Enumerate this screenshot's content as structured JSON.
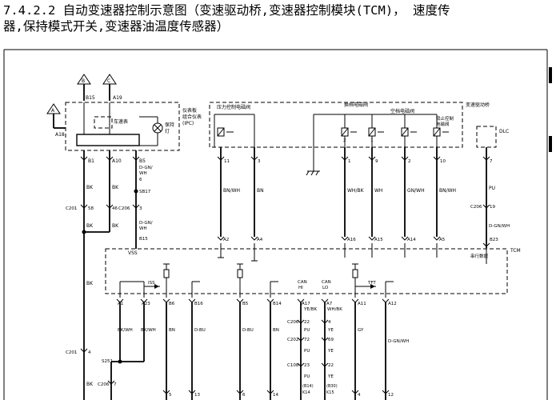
{
  "heading_line1": "7.4.2.2 自动变速器控制示意图（变速驱动桥,变速器控制模块(TCM)， 速度传",
  "heading_line2": "器,保持模式开关,变速器油温度传感器）",
  "offpage": {
    "a": "A",
    "b": "B",
    "c": "C"
  },
  "ipc": {
    "label_1": "仪表板",
    "label_2": "组合仪表",
    "label_3": "(IPC)",
    "speed_table": "车速表",
    "hold_lamp_1": "保持",
    "hold_lamp_2": "灯"
  },
  "transaxle": {
    "label": "变速驱动桥",
    "pressure_solenoid": "压力控制电磁阀",
    "shift_solenoid": "换档电磁阀",
    "airgap_solenoid": "空档电磁阀",
    "tcc_solenoid_1": "锁止控制",
    "tcc_solenoid_2": "电磁阀"
  },
  "dlc": "DLC",
  "tcm": {
    "label": "TCM",
    "serial": "串行数据"
  },
  "pins": {
    "a18": "A18",
    "b15_top": "B15",
    "a19_top": "A19",
    "b1": "B1",
    "a10": "A10",
    "b5": "B5",
    "p11": "11",
    "p3": "3",
    "p1": "1",
    "p9": "9",
    "p2": "2",
    "p10": "10",
    "p7": "7",
    "a2": "A2",
    "a4": "A4",
    "a16": "A16",
    "a15": "A15",
    "a14": "A14",
    "a5": "A5",
    "b23": "B23",
    "a1": "A1",
    "a23": "A23",
    "b6": "B6",
    "b16": "B16",
    "b5b": "B5",
    "b14": "B14",
    "a17": "A17",
    "a7": "A7",
    "a11": "A11",
    "a12": "A12",
    "p22": "22",
    "p4": "4",
    "p72": "72",
    "p69": "69",
    "p23": "23",
    "p22b": "22",
    "k14": "K14",
    "k15": "K15",
    "b14p": "(B14)",
    "b30p": "(B30)",
    "p5": "5",
    "p13": "13",
    "p6": "6",
    "p14": "14",
    "p4b": "4",
    "p12": "12",
    "p4c": "4",
    "p7b": "7",
    "p6b": "6",
    "p3b": "3",
    "p58": "58",
    "p46": "46",
    "p19": "19"
  },
  "connectors": {
    "c201": "C201",
    "c201b": "C201",
    "c206": "C206",
    "c206b": "C206",
    "c206c": "C206",
    "c202": "C202",
    "c108": "C108",
    "c206d": "C206"
  },
  "splices": {
    "sb17": "SB17",
    "s251": "S251",
    "vss": "VSS",
    "iss": "ISS",
    "tft": "TFT"
  },
  "wires": {
    "bk": "BK",
    "bk2": "BK",
    "bk3": "BK",
    "bk4": "BK",
    "bk5": "BK",
    "bk6": "BK",
    "bk7": "BK",
    "dgnwh": "D-GN/",
    "dgnwh2": "WH",
    "dgnwh3": "D-GN/",
    "dgnwh4": "WH",
    "bnwh": "BN/WH",
    "bn": "BN",
    "whbk": "WH/BK",
    "wh": "WH",
    "gnwh": "GN/WH",
    "bnwh2": "BN/WH",
    "pu": "PU",
    "dgnwh5": "D-GN/WH",
    "bkwh": "BK/WH",
    "bkwh2": "BK/WH",
    "bn2": "BN",
    "dbu": "D-BU",
    "dbu2": "D-BU",
    "bn3": "BN",
    "yebk": "YE/BK",
    "whbk2": "WH/BK",
    "pu2": "PU",
    "ye": "YE",
    "pu3": "PU",
    "ye2": "YE",
    "pu4": "PU",
    "ye3": "YE",
    "gy": "GY",
    "dgnwh6": "D-GN/WH",
    "pu5": "PU",
    "canhi1": "CAN",
    "canhi2": "HI",
    "canlo1": "CAN",
    "canlo2": "LO"
  }
}
